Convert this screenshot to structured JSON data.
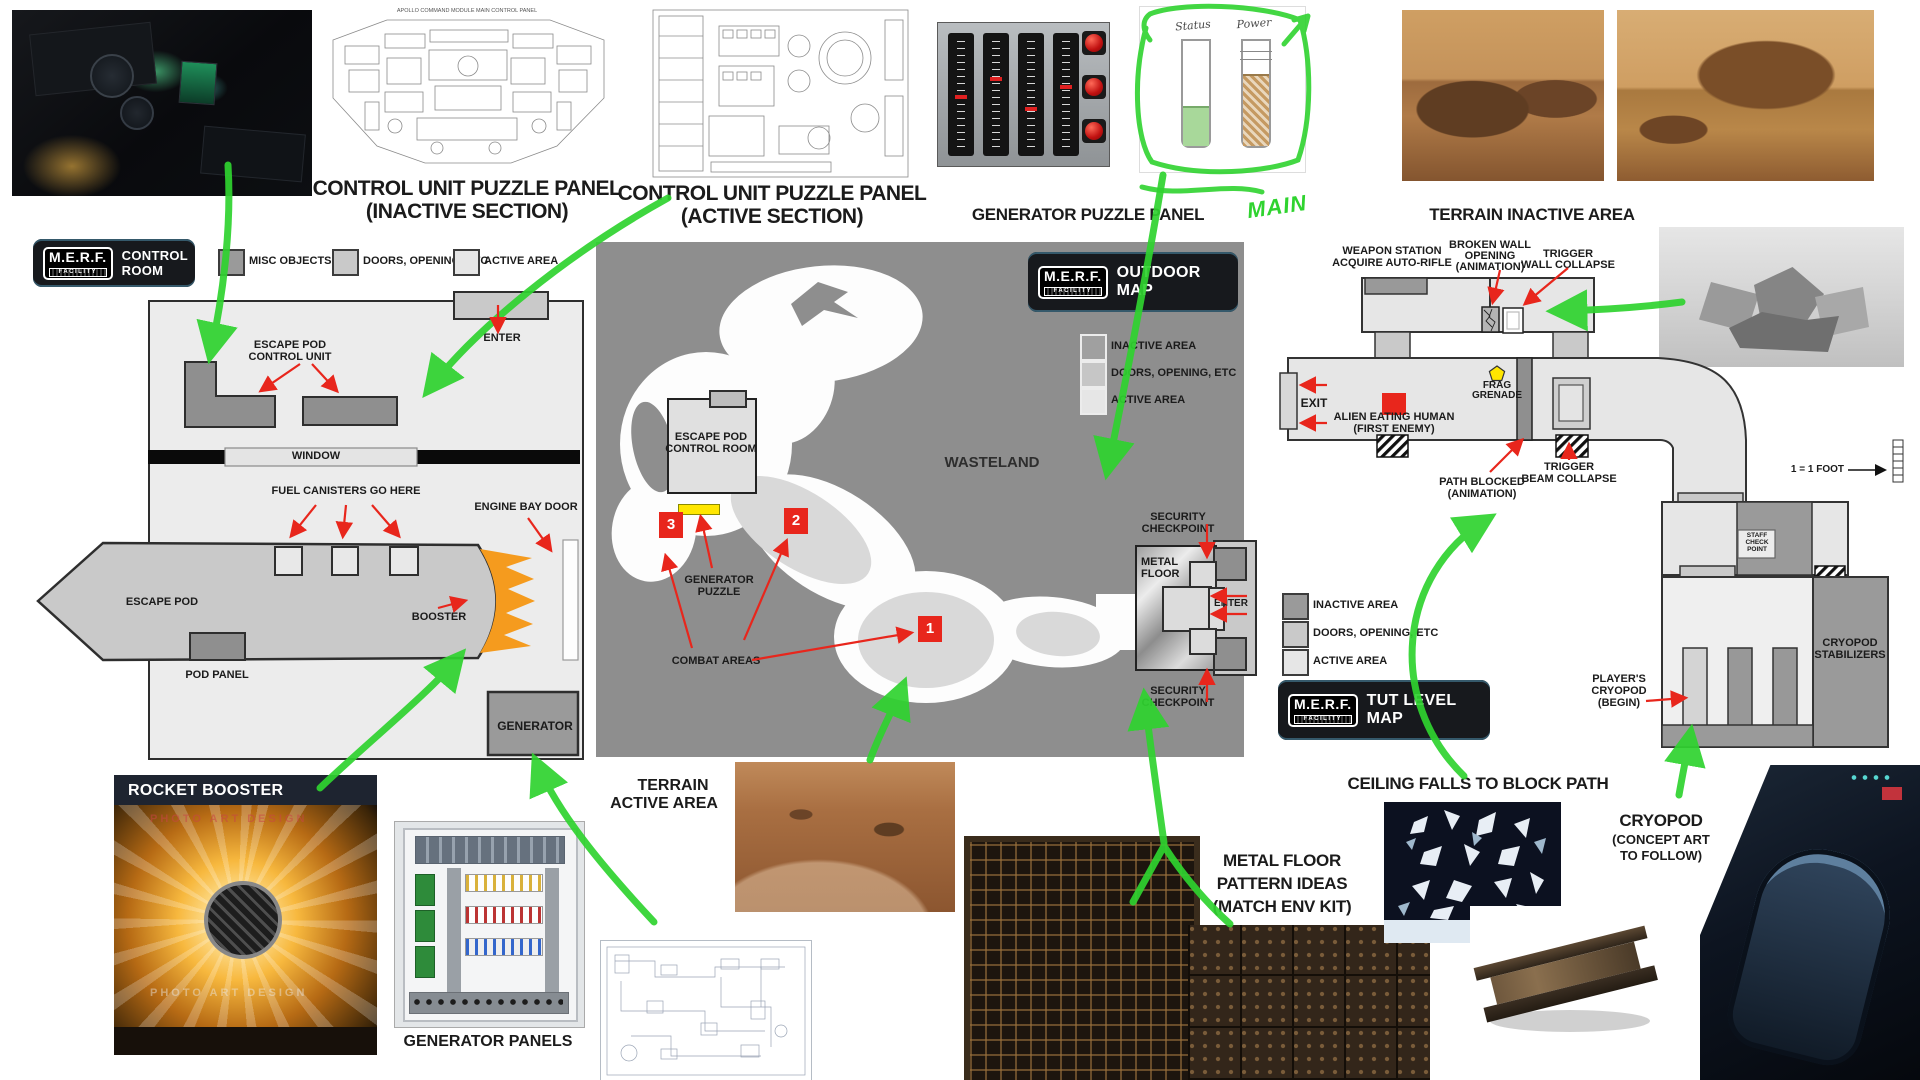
{
  "colors": {
    "accent_green": "#2fd32f",
    "red": "#e8261c",
    "orange": "#f59b1e",
    "yellow": "#ffe600",
    "map_bg": "#8e8e8e",
    "badge_bg": "#17191d"
  },
  "brand": {
    "logo": "M.E.R.F.",
    "logo_sub": "FACILITY"
  },
  "top": {
    "apollo_caption": "APOLLO COMMAND MODULE MAIN CONTROL PANEL",
    "inactive_panel_label_1": "CONTROL UNIT PUZZLE PANEL",
    "inactive_panel_label_2": "(INACTIVE SECTION)",
    "active_panel_label_1": "CONTROL UNIT PUZZLE PANEL",
    "active_panel_label_2": "(ACTIVE SECTION)",
    "generator_panel_label": "GENERATOR PUZZLE PANEL",
    "sketch": {
      "left_tube": "Status",
      "right_tube": "Power",
      "note": "MAIN"
    },
    "terrain_inactive_label": "TERRAIN INACTIVE AREA"
  },
  "control_room": {
    "badge_title": "CONTROL ROOM",
    "legend": [
      {
        "label": "MISC OBJECTS"
      },
      {
        "label": "DOORS, OPENING, ETC"
      },
      {
        "label": "ACTIVE AREA"
      }
    ],
    "enter": "ENTER",
    "control_unit_1": "ESCAPE POD",
    "control_unit_2": "CONTROL UNIT",
    "window": "WINDOW",
    "fuel": "FUEL CANISTERS GO HERE",
    "engine_bay": "ENGINE BAY DOOR",
    "escape_pod": "ESCAPE POD",
    "booster": "BOOSTER",
    "pod_panel": "POD PANEL",
    "generator": "GENERATOR"
  },
  "outdoor_map": {
    "badge_title": "OUTDOOR MAP",
    "legend": [
      {
        "label": "INACTIVE AREA"
      },
      {
        "label": "DOORS, OPENING, ETC"
      },
      {
        "label": "ACTIVE AREA"
      }
    ],
    "wasteland": "WASTELAND",
    "control_room_1": "ESCAPE POD",
    "control_room_2": "CONTROL ROOM",
    "generator_puzzle_1": "GENERATOR",
    "generator_puzzle_2": "PUZZLE",
    "combat_areas": "COMBAT AREAS",
    "markers": {
      "one": "1",
      "two": "2",
      "three": "3"
    },
    "security_top_1": "SECURITY",
    "security_top_2": "CHECKPOINT",
    "security_bottom_1": "SECURITY",
    "security_bottom_2": "CHECKPOINT",
    "metal_floor_1": "METAL",
    "metal_floor_2": "FLOOR",
    "enter": "ENTER"
  },
  "tut_map": {
    "badge_title": "TUT LEVEL MAP",
    "legend": [
      {
        "label": "INACTIVE AREA"
      },
      {
        "label": "DOORS, OPENING, ETC"
      },
      {
        "label": "ACTIVE AREA"
      }
    ],
    "weapon_station_1": "WEAPON STATION",
    "weapon_station_2": "ACQUIRE AUTO-RIFLE",
    "broken_wall_1": "BROKEN WALL",
    "broken_wall_2": "OPENING",
    "broken_wall_3": "(ANIMATION)",
    "trigger_wall_1": "TRIGGER",
    "trigger_wall_2": "WALL COLLAPSE",
    "exit": "EXIT",
    "alien_1": "ALIEN EATING HUMAN",
    "alien_2": "(FIRST ENEMY)",
    "frag_1": "FRAG",
    "frag_2": "GRENADE",
    "path_blocked_1": "PATH BLOCKED",
    "path_blocked_2": "(ANIMATION)",
    "trigger_beam_1": "TRIGGER",
    "trigger_beam_2": "BEAM COLLAPSE",
    "staff_1": "STAFF",
    "staff_2": "CHECK",
    "staff_3": "POINT",
    "stabilizers_1": "CRYOPOD",
    "stabilizers_2": "STABILIZERS",
    "player_cryopod_1": "PLAYER'S",
    "player_cryopod_2": "CRYOPOD",
    "player_cryopod_3": "(BEGIN)",
    "scale": "1 = 1 FOOT"
  },
  "bottom": {
    "rocket_booster": "ROCKET BOOSTER",
    "watermark": "PHOTO ART DESIGN",
    "generator_panels": "GENERATOR PANELS",
    "terrain_active_1": "TERRAIN",
    "terrain_active_2": "ACTIVE AREA",
    "metal_floor_1": "METAL FLOOR",
    "metal_floor_2": "PATTERN IDEAS",
    "metal_floor_3": "(MATCH ENV KIT)",
    "ceiling": "CEILING FALLS TO BLOCK PATH",
    "cryopod_1": "CRYOPOD",
    "cryopod_2": "(CONCEPT ART",
    "cryopod_3": "TO FOLLOW)"
  }
}
